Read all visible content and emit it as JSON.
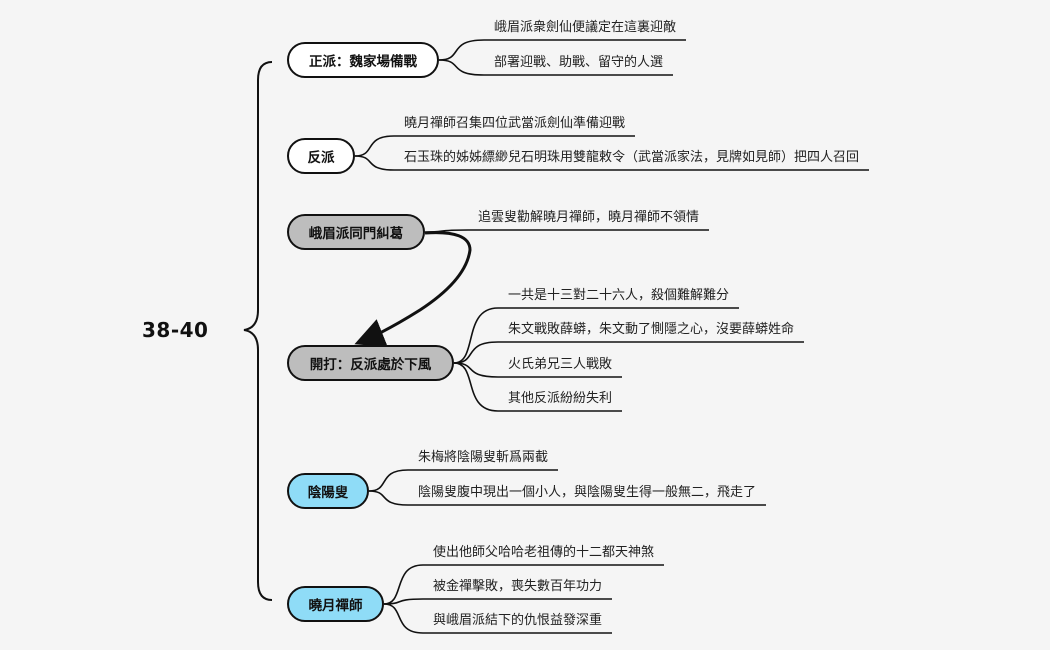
{
  "root": {
    "label": "38-40"
  },
  "branches": [
    {
      "label": "正派：魏家場備戰",
      "style": "white",
      "leaves": [
        "峨眉派衆劍仙便議定在這裏迎敵",
        "部署迎戰、助戰、留守的人選"
      ]
    },
    {
      "label": "反派",
      "style": "white",
      "leaves": [
        "曉月禪師召集四位武當派劍仙準備迎戰",
        "石玉珠的姊姊縹緲兒石明珠用雙龍敕令（武當派家法，見牌如見師）把四人召回"
      ]
    },
    {
      "label": "峨眉派同門糾葛",
      "style": "gray",
      "leaves": [
        "追雲叟勸解曉月禪師，曉月禪師不領情"
      ]
    },
    {
      "label": "開打：反派處於下風",
      "style": "gray",
      "leaves": [
        "一共是十三對二十六人，殺個難解難分",
        "朱文戰敗薛蟒，朱文動了惻隱之心，沒要薛蟒姓命",
        "火氏弟兄三人戰敗",
        "其他反派紛紛失利"
      ]
    },
    {
      "label": "陰陽叟",
      "style": "blue",
      "leaves": [
        "朱梅將陰陽叟斬爲兩截",
        "陰陽叟腹中現出一個小人，與陰陽叟生得一般無二，飛走了"
      ]
    },
    {
      "label": "曉月禪師",
      "style": "blue",
      "leaves": [
        "使出他師父哈哈老祖傳的十二都天神煞",
        "被金禪擊敗，喪失數百年功力",
        "與峨眉派結下的仇恨益發深重"
      ]
    }
  ],
  "colors": {
    "gray_node": "#bdbdbd",
    "blue_node": "#8fdcf7",
    "stroke": "#111111"
  }
}
